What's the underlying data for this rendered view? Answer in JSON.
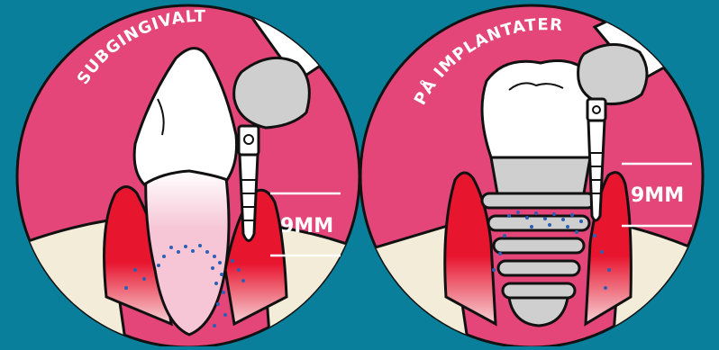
{
  "panels": [
    {
      "title": "SUBGINGIVALT",
      "depth_label": "9MM"
    },
    {
      "title": "PÅ IMPLANTATER",
      "depth_label": "9MM"
    }
  ],
  "colors": {
    "background": "#0a7f9c",
    "circle": "#e4467a",
    "gum": "#e8152f",
    "bone": "#f2ecd8",
    "tooth": "#ffffff",
    "root_pink": "#f6c6d6",
    "metal": "#cfcfcf",
    "outline": "#111111",
    "plaque": "#2b5fb4"
  }
}
